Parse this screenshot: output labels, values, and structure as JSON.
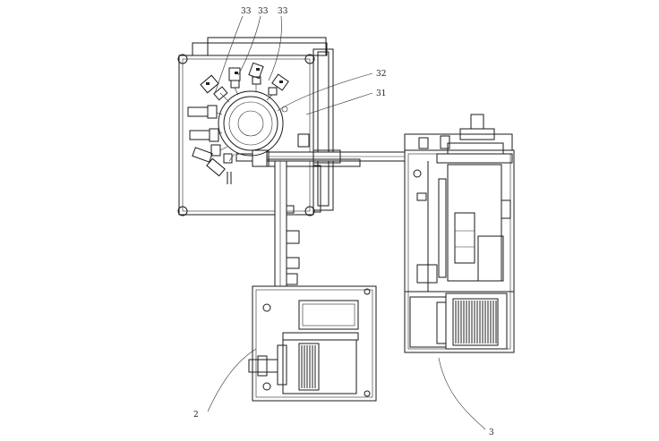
{
  "reference_numerals": {
    "label_33_a": "33",
    "label_33_b": "33",
    "label_33_c": "33",
    "label_32": "32",
    "label_31": "31",
    "label_2": "2",
    "label_3": "3"
  }
}
